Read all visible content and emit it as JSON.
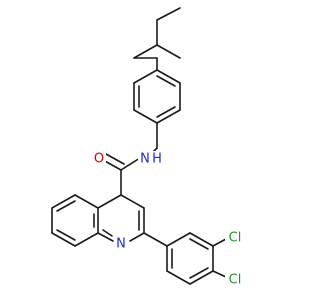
{
  "colors": {
    "background": "#ffffff",
    "bond": "#1a1a1a",
    "carbon": "#1a1a1a",
    "oxygen": "#e00000",
    "nitrogen": "#1f2bd6",
    "chlorine": "#1f9a1f"
  },
  "molecule": {
    "atom_labels": {
      "amide_oxygen": "O",
      "amide_nitrogen": "N",
      "amide_hydrogen": "H",
      "quinoline_nitrogen": "N",
      "chlorine_3": "Cl",
      "chlorine_4": "Cl"
    }
  }
}
